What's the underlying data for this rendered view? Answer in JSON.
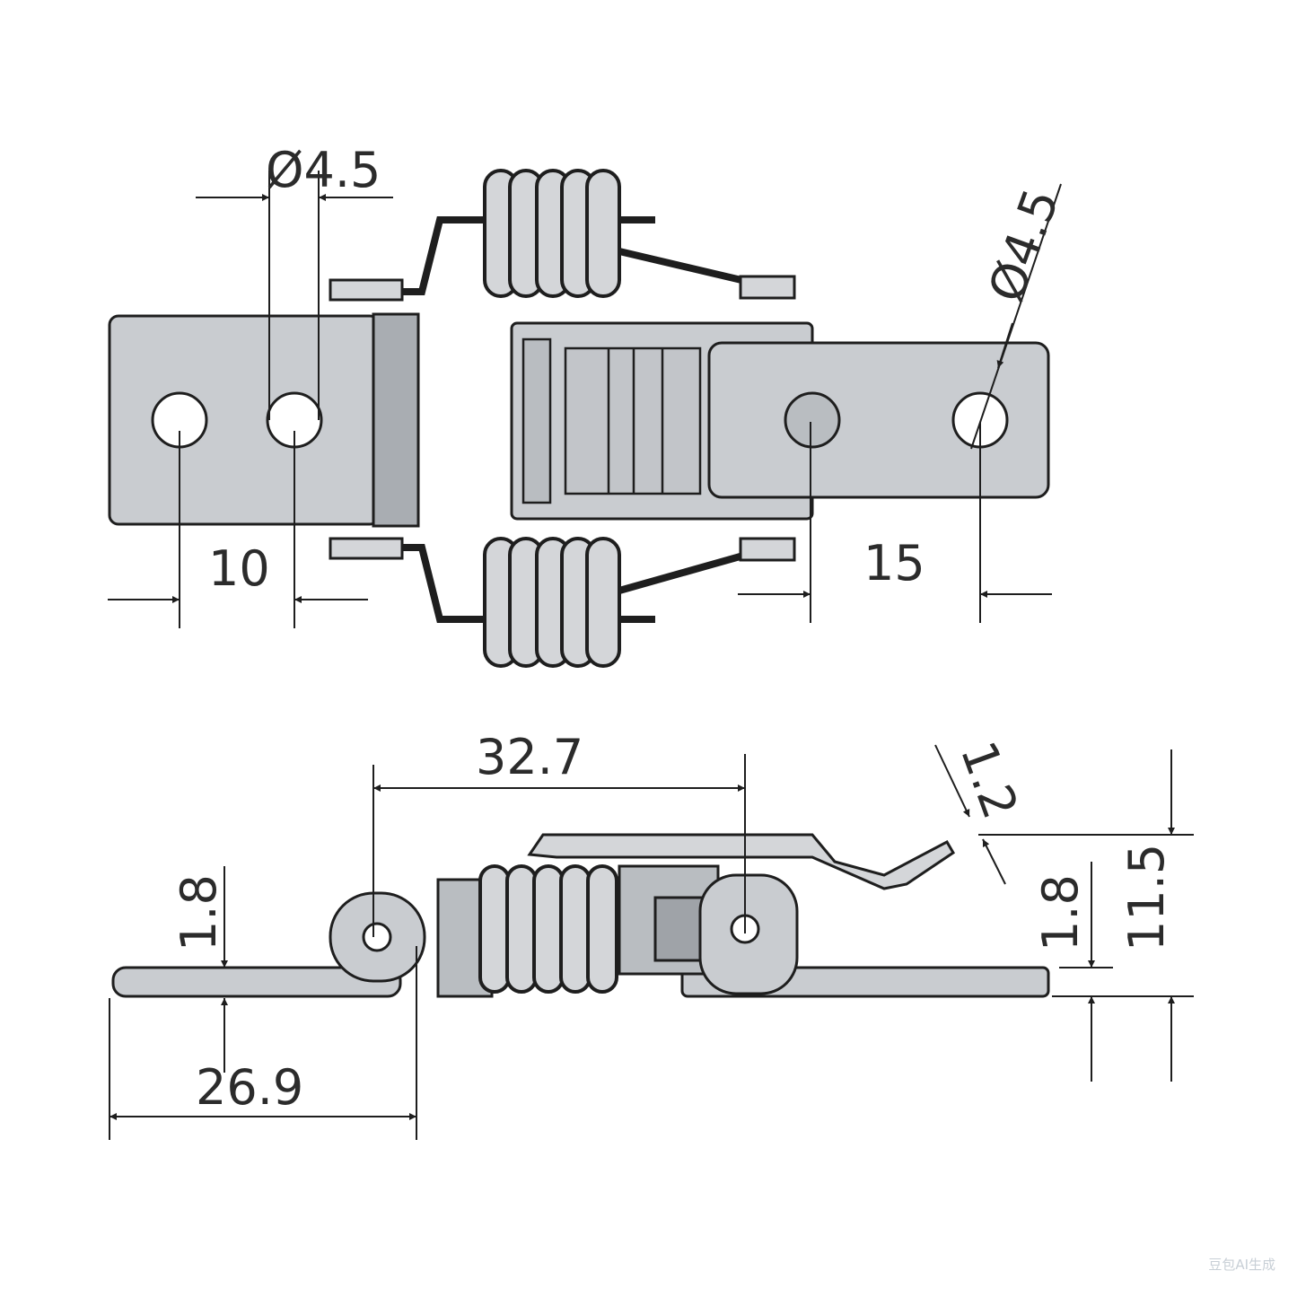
{
  "top_view": {
    "dim_hole_left": "Ø4.5",
    "dim_hole_right": "Ø4.5",
    "dim_hole_spacing": "10",
    "dim_hole_spacing_right": "15"
  },
  "side_view": {
    "dim_pivot_span": "32.7",
    "dim_base_length": "26.9",
    "dim_plate_left": "1.8",
    "dim_plate_right": "1.8",
    "dim_height": "11.5",
    "dim_hook": "1.2"
  },
  "watermark": "豆包AI生成",
  "colors": {
    "part_fill": "#c9ccd0",
    "part_dark": "#a5a9ae",
    "line": "#1e1e1e",
    "spring": "#d4d6d9"
  }
}
